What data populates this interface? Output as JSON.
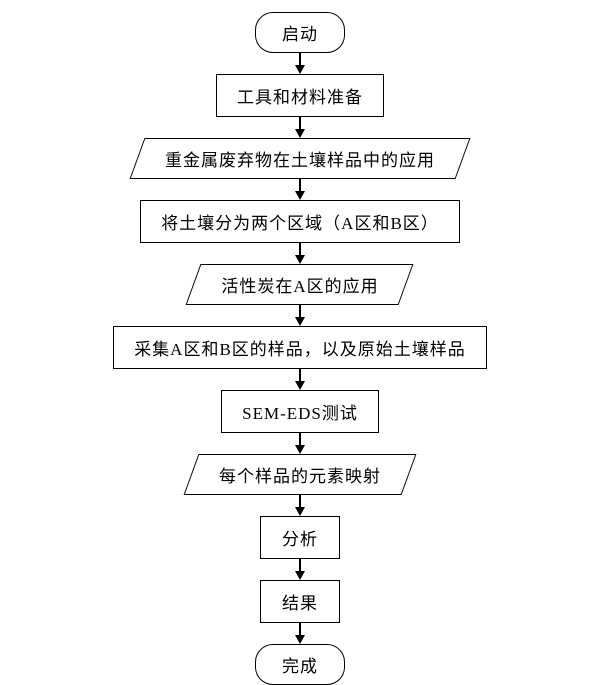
{
  "flowchart": {
    "title": "soil-sampling-procedure-flowchart",
    "colors": {
      "stroke": "#000000",
      "background": "#ffffff",
      "text": "#000000"
    },
    "nodes": [
      {
        "id": "start",
        "shape": "stadium",
        "label": "启动"
      },
      {
        "id": "prepare",
        "shape": "rect",
        "label": "工具和材料准备"
      },
      {
        "id": "apply-waste",
        "shape": "parallelogram",
        "label": "重金属废弃物在土壤样品中的应用"
      },
      {
        "id": "divide-zones",
        "shape": "rect",
        "label": "将土壤分为两个区域（A区和B区）"
      },
      {
        "id": "activated-carbon",
        "shape": "parallelogram",
        "label": "活性炭在A区的应用"
      },
      {
        "id": "collect-samples",
        "shape": "rect",
        "label": "采集A区和B区的样品，以及原始土壤样品"
      },
      {
        "id": "sem-eds-test",
        "shape": "rect",
        "label": "SEM-EDS测试"
      },
      {
        "id": "element-mapping",
        "shape": "parallelogram",
        "label": "每个样品的元素映射"
      },
      {
        "id": "analysis",
        "shape": "rect",
        "label": "分析"
      },
      {
        "id": "result",
        "shape": "rect",
        "label": "结果"
      },
      {
        "id": "done",
        "shape": "stadium",
        "label": "完成"
      }
    ]
  }
}
